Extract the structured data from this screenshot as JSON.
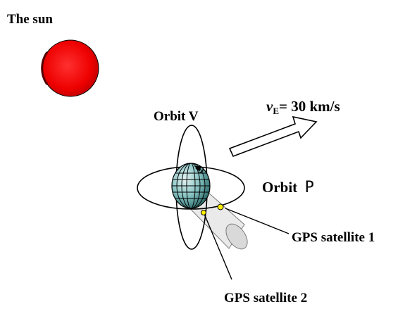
{
  "labels": {
    "sun": "The sun",
    "orbit_v": "Orbit V",
    "velocity_symbol": "v",
    "velocity_subscript": "E",
    "velocity_value": "= 30 km/s",
    "orbit_p_word": "Orbit",
    "orbit_p_letter": "P",
    "gps1": "GPS satellite 1",
    "gps2": "GPS satellite 2"
  },
  "colors": {
    "sun_fill": "#ff0000",
    "earth_fill": "#7fb8b8",
    "satellite_fill": "#ffee00",
    "cylinder_fill": "#e6e6e6",
    "stroke": "#000000"
  }
}
